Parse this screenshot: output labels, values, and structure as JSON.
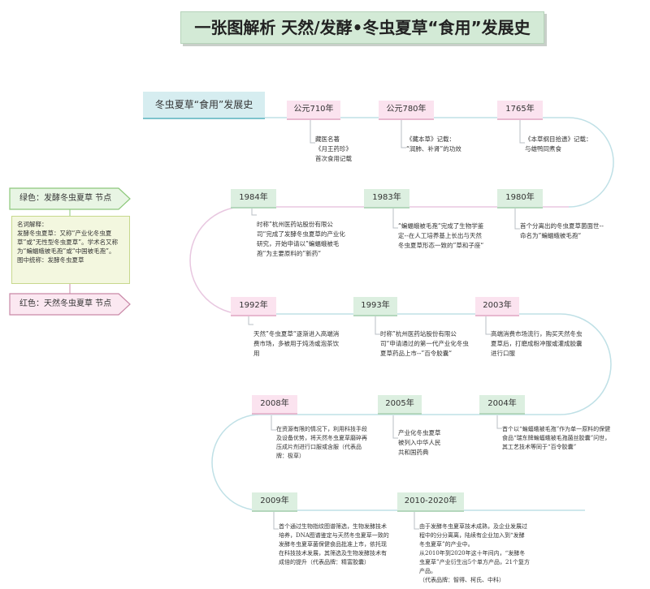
{
  "title": "一张图解析 天然/发酵•冬虫夏草“食用”发展史",
  "subtitle": "冬虫夏草“食用”发展史",
  "legend": {
    "green_label": "绿色：发酵冬虫夏草 节点",
    "red_label": "红色：天然冬虫夏草 节点",
    "definition": "名词解释：\n发酵冬虫夏草：又称“产业化冬虫夏草”或“无性型冬虫夏草”。学术名又称为“蝙蝠蛾被毛孢”或“中国被毛孢”。\n图中统称：发酵冬虫夏草"
  },
  "nodes": [
    {
      "year": "公元710年",
      "text": "藏医名著\n《月王药珍》\n首次食用记载"
    },
    {
      "year": "公元780年",
      "text": "《藏本草》记载：\n“润肺、补肾”的功效"
    },
    {
      "year": "1765年",
      "text": "《本草纲目拾遗》记载：\n与雄鸭同煮食"
    },
    {
      "year": "1984年",
      "text": "时称”杭州医药站股份有限公司“完成了发酵冬虫夏草的产业化研究，开始申请以”蝙蝠蛾被毛孢“为主要原料的”新药“"
    },
    {
      "year": "1983年",
      "text": "“蝙蝠蛾被毛孢“完成了生物学鉴定--在人工培养基上长出与天然冬虫夏草形态一致的”草和子座“"
    },
    {
      "year": "1980年",
      "text": "首个分离出的冬虫夏草菌面世--命名为”蝙蝠蛾被毛孢“"
    },
    {
      "year": "1992年",
      "text": "天然”冬虫夏草“逐渐进入高端消费市场，多被用于炖汤或泡茶饮用"
    },
    {
      "year": "1993年",
      "text": "时称”杭州医药站股份有限公司“申请通过的第一代产业化冬虫夏草药品上市--”百令胶囊“"
    },
    {
      "year": "2003年",
      "text": "高端消费市场流行，购买天然冬虫夏草后，打磨成粉冲服或灌成胶囊进行口服"
    },
    {
      "year": "2008年",
      "text": "在资源有限的情况下，利用科技手段及设备优势，将天然冬虫夏草磨碎再压成片剂进行口服或含服（代表品牌：极草）"
    },
    {
      "year": "2005年",
      "text": "产业化冬虫夏草\n被列入中华人民\n共和国药典"
    },
    {
      "year": "2004年",
      "text": "首个以“蝙蝠蛾被毛孢”作为单一原料的保健食品“瑞东牌蝙蝠蛾被毛孢菌丝胶囊”问世，其工艺技术等同于“百令胶囊”"
    },
    {
      "year": "2009年",
      "text": "首个通过生物指纹图谱筛选，生物发酵技术培养，DNA图谱鉴定与天然冬虫夏草一致的发酵冬虫夏草菌保健食品批准上市，依托现在科技技术发展，其筛选及生物发酵技术有成倍的提升（代表品牌：精富胶囊）"
    },
    {
      "year": "2010-2020年",
      "text": "由于发酵冬虫夏草技术成熟，及企业发展过程中的分分离离，陆续有企业加入到“发酵冬虫夏草”的产业中。\n从2010年到2020年这十年间内，“发酵冬虫夏草”产业衍生出5个单方产品，21个复方产品。\n（代表品牌：智得、柯氏、中科）"
    }
  ]
}
